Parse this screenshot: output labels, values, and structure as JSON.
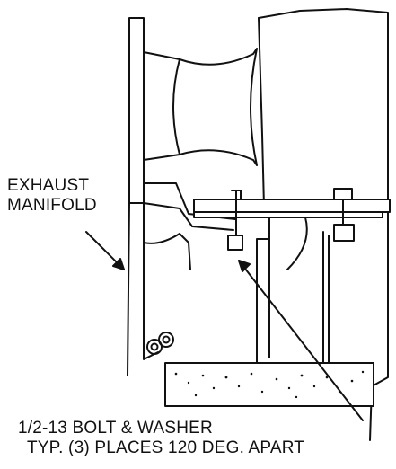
{
  "labels": {
    "exhaust_line1": "EXHAUST",
    "exhaust_line2": "MANIFOLD",
    "bolt_line1": "1/2-13 BOLT & WASHER",
    "bolt_line2": "TYP. (3) PLACES 120 DEG. APART"
  },
  "colors": {
    "line": "#111111",
    "background": "#ffffff"
  }
}
